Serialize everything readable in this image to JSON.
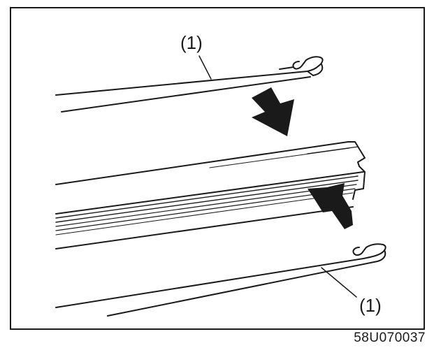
{
  "callouts": {
    "upper": "(1)",
    "lower": "(1)"
  },
  "figure_code": "58U070037",
  "colors": {
    "line": "#1a1a1a",
    "background": "#ffffff"
  }
}
